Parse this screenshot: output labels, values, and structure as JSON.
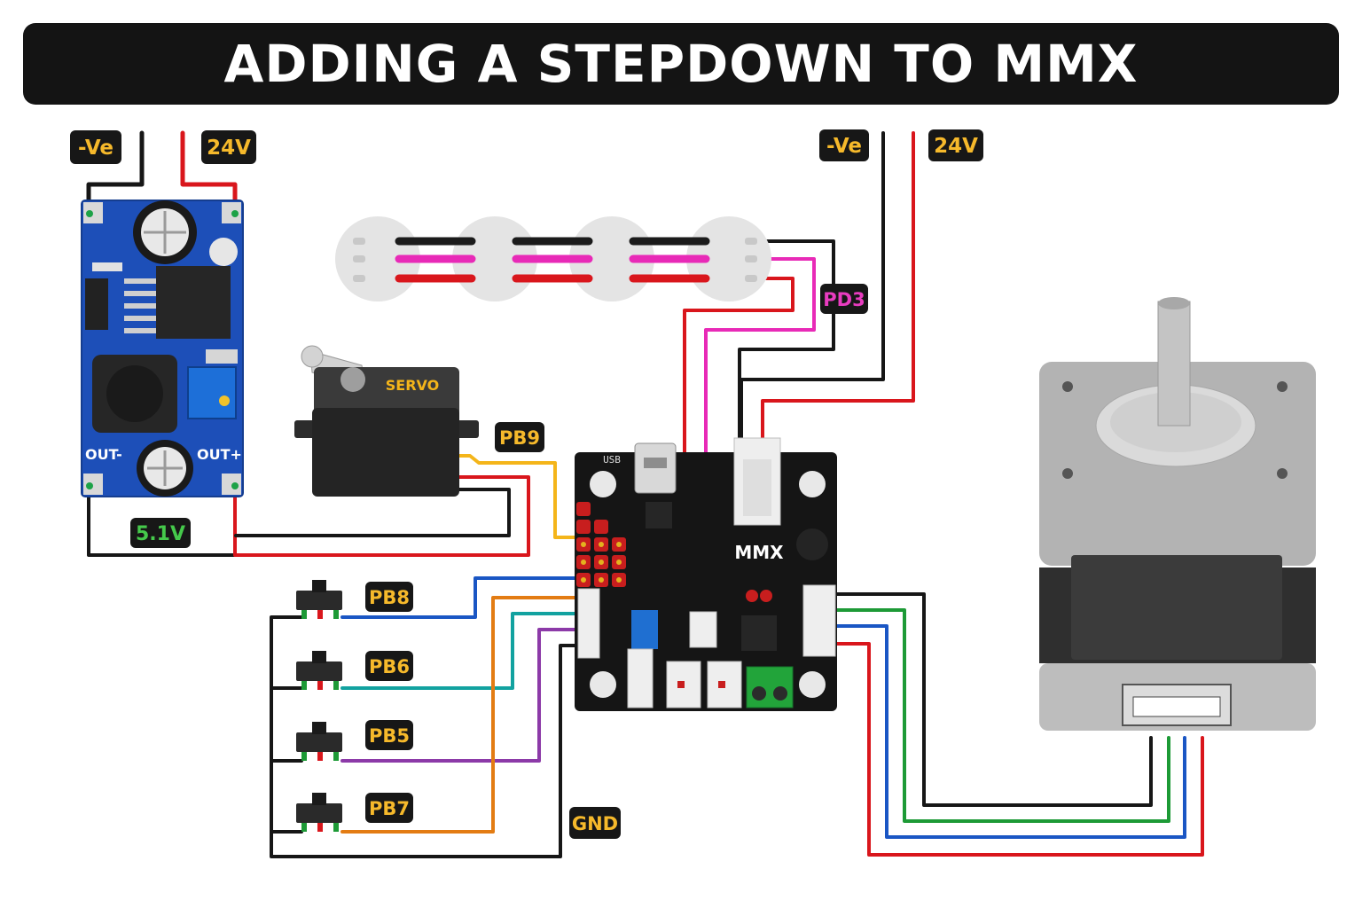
{
  "title": "ADDING A STEPDOWN TO MMX",
  "buck": {
    "input_labels": [
      "-Ve",
      "24V"
    ],
    "out_minus": "OUT-",
    "out_plus": "OUT+",
    "output_voltage": "5.1V"
  },
  "motor_supply": {
    "labels": [
      "-Ve",
      "24V"
    ]
  },
  "servo": {
    "label": "SERVO",
    "pin": "PB9"
  },
  "led_strip": {
    "pin": "PD3"
  },
  "board": {
    "name": "MMX",
    "usb_label": "USB"
  },
  "buttons": [
    {
      "pin": "PB8"
    },
    {
      "pin": "PB6"
    },
    {
      "pin": "PB5"
    },
    {
      "pin": "PB7"
    }
  ],
  "ground_label": "GND",
  "colors": {
    "red": "#d9161c",
    "black": "#161616",
    "yellow": "#f4b51a",
    "magenta": "#e82ab7",
    "blue": "#1a56c4",
    "teal": "#12a2a0",
    "orange": "#e37c13",
    "purple": "#8c3aa8",
    "green": "#1d9a36",
    "label_bg": "#171717",
    "label_fg": "#f6b92b",
    "pd3_fg": "#e93cc0",
    "volt_fg": "#45c94b",
    "pcb_blue": "#1d4fb8",
    "pcb_black": "#151515"
  }
}
